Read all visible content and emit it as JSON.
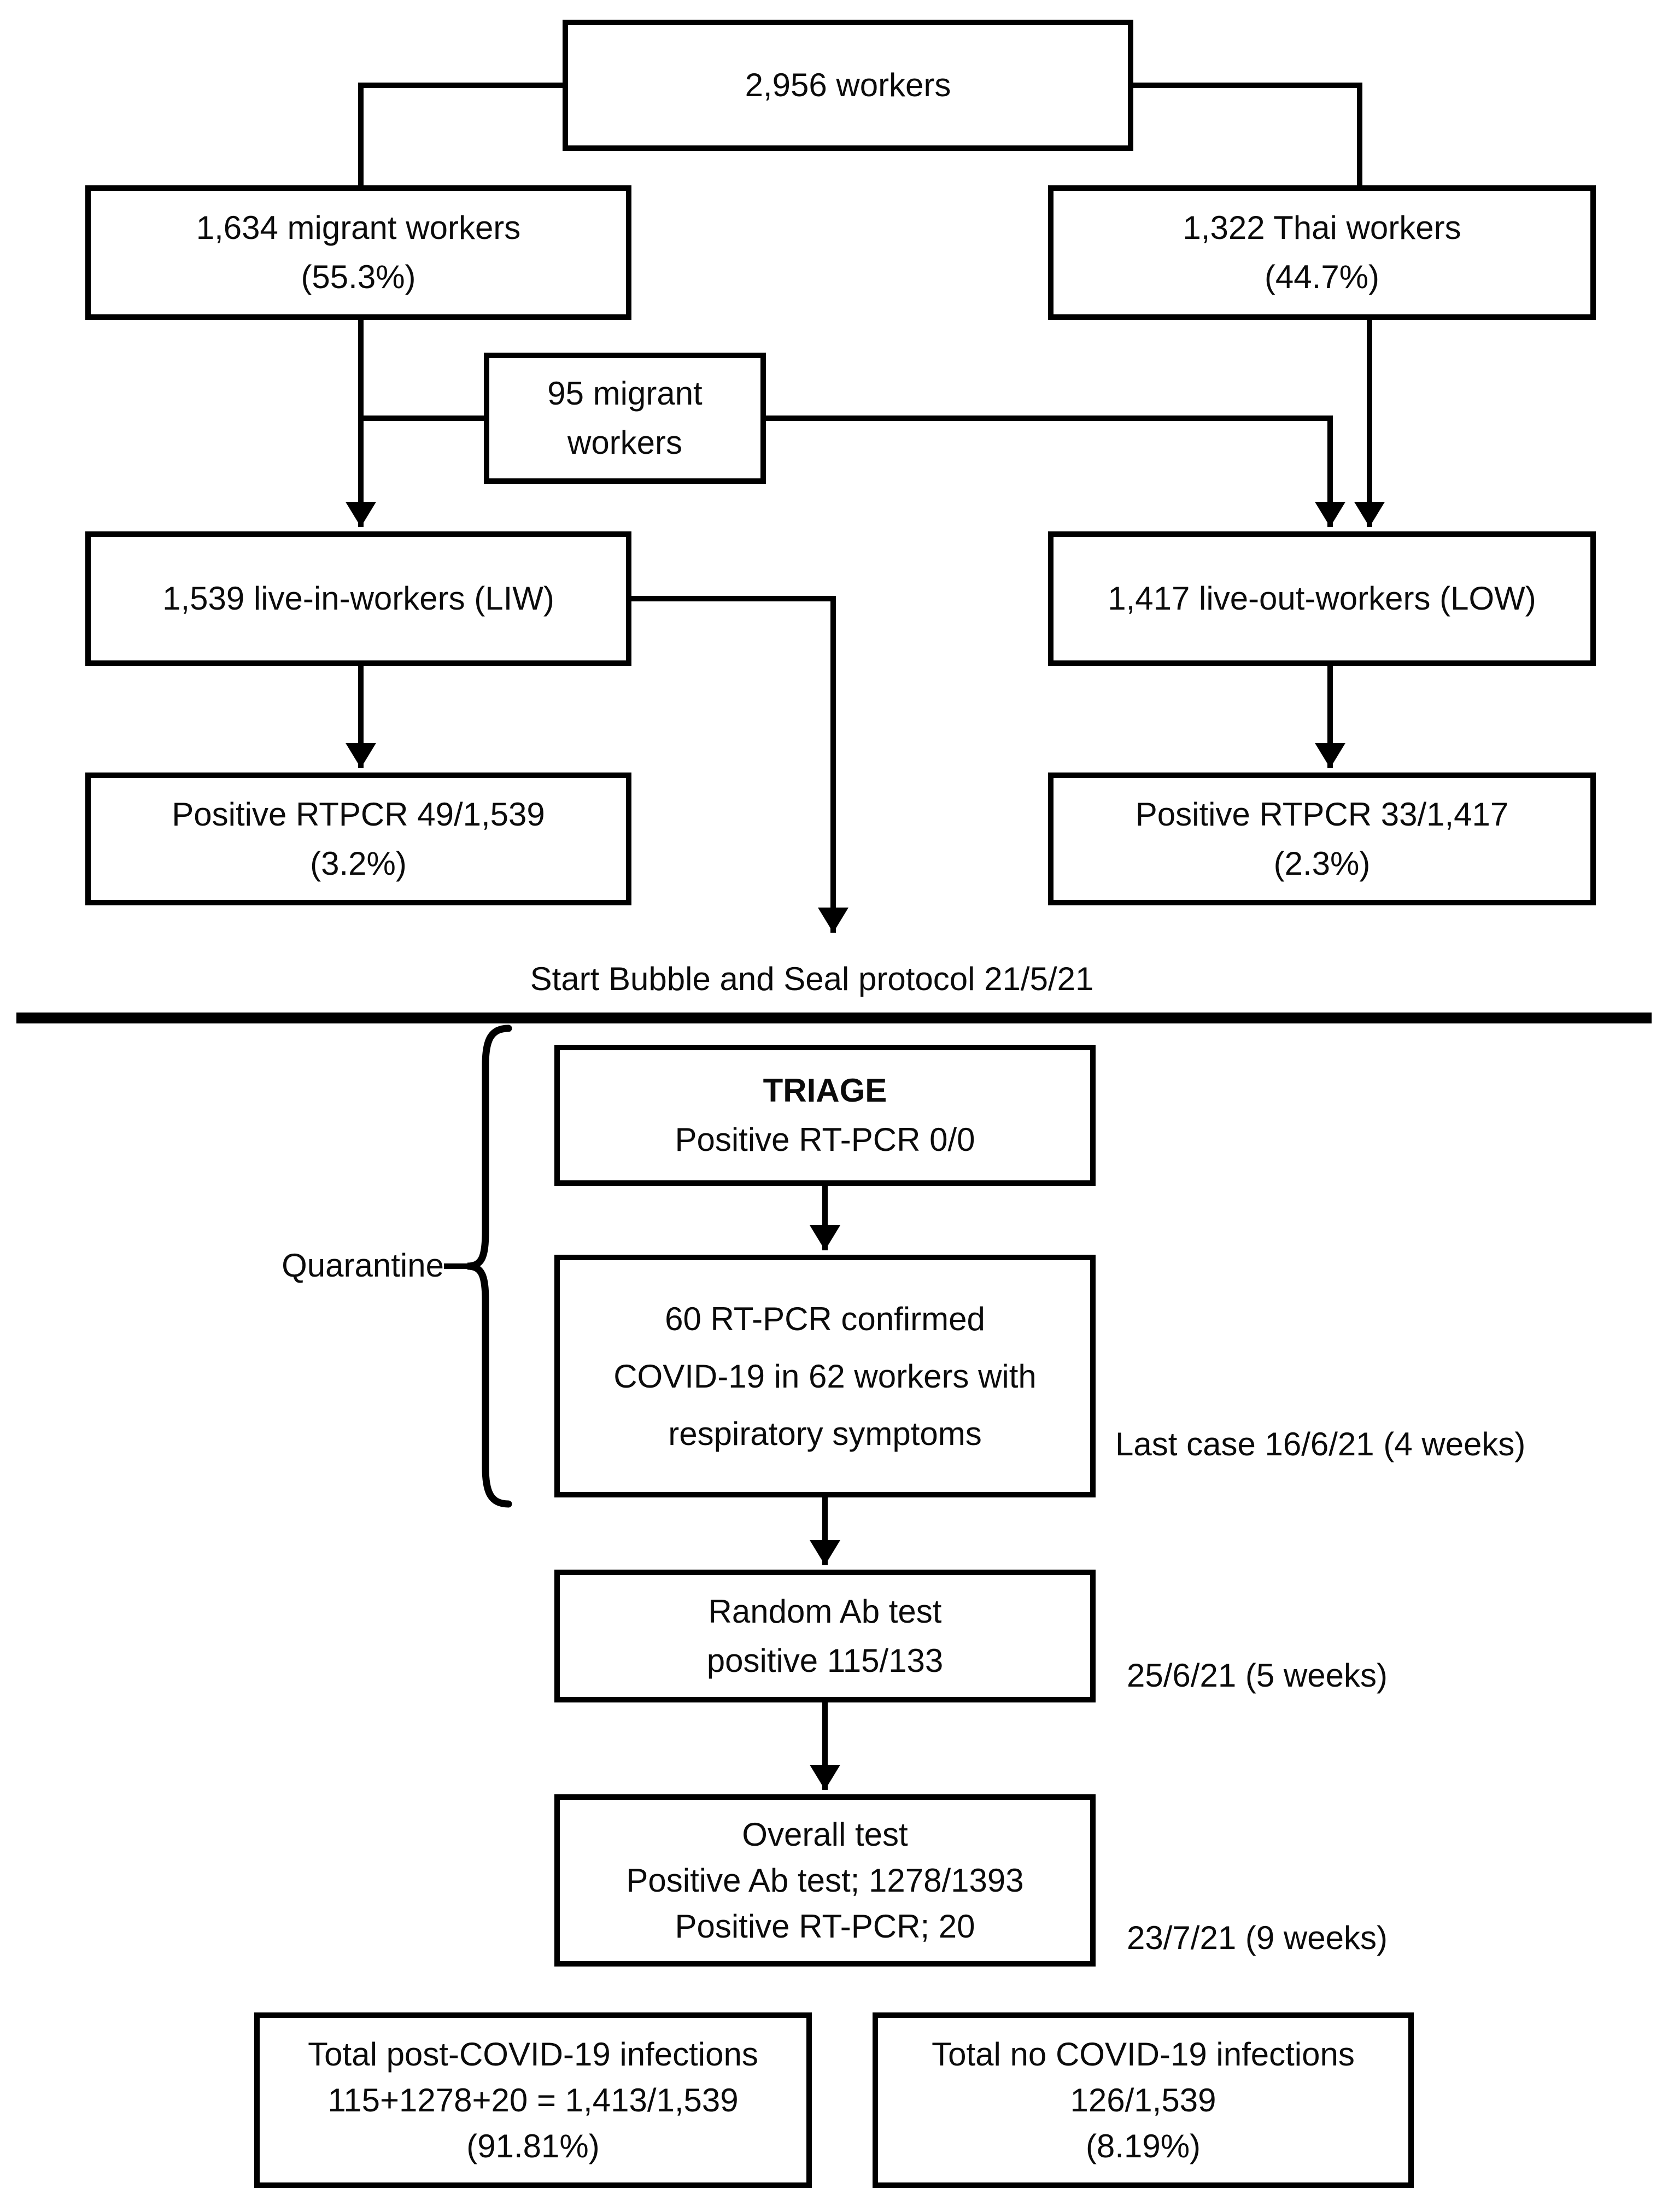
{
  "top": {
    "total_box": {
      "label": "2,956 workers"
    },
    "migrant_box": {
      "line1": "1,634 migrant workers",
      "line2": "(55.3%)"
    },
    "thai_box": {
      "line1": "1,322 Thai workers",
      "line2": "(44.7%)"
    },
    "transfer_box": {
      "line1": "95 migrant",
      "line2": "workers"
    },
    "liw_box": {
      "label": "1,539 live-in-workers (LIW)"
    },
    "low_box": {
      "label": "1,417 live-out-workers (LOW)"
    },
    "liw_pcr_box": {
      "line1": "Positive RTPCR 49/1,539",
      "line2": "(3.2%)"
    },
    "low_pcr_box": {
      "line1": "Positive RTPCR 33/1,417",
      "line2": "(2.3%)"
    },
    "protocol_note": "Start Bubble and Seal protocol 21/5/21"
  },
  "bottom": {
    "quarantine_label": "Quarantine",
    "triage_box": {
      "title": "TRIAGE",
      "subtitle": "Positive RT-PCR 0/0"
    },
    "confirmed_box": {
      "line1": "60 RT-PCR confirmed",
      "line2": "COVID-19 in 62 workers with",
      "line3": "respiratory symptoms"
    },
    "last_case_note": "Last case 16/6/21 (4 weeks)",
    "random_ab_box": {
      "line1": "Random Ab test",
      "line2": "positive 115/133"
    },
    "random_ab_note": "25/6/21 (5 weeks)",
    "overall_box": {
      "line1": "Overall test",
      "line2": "Positive Ab test; 1278/1393",
      "line3": "Positive RT-PCR; 20"
    },
    "overall_note": "23/7/21 (9 weeks)",
    "post_infections_box": {
      "line1": "Total post-COVID-19 infections",
      "line2": "115+1278+20 = 1,413/1,539",
      "line3": "(91.81%)"
    },
    "no_infections_box": {
      "line1": "Total no COVID-19 infections",
      "line2": "126/1,539",
      "line3": "(8.19%)"
    }
  }
}
